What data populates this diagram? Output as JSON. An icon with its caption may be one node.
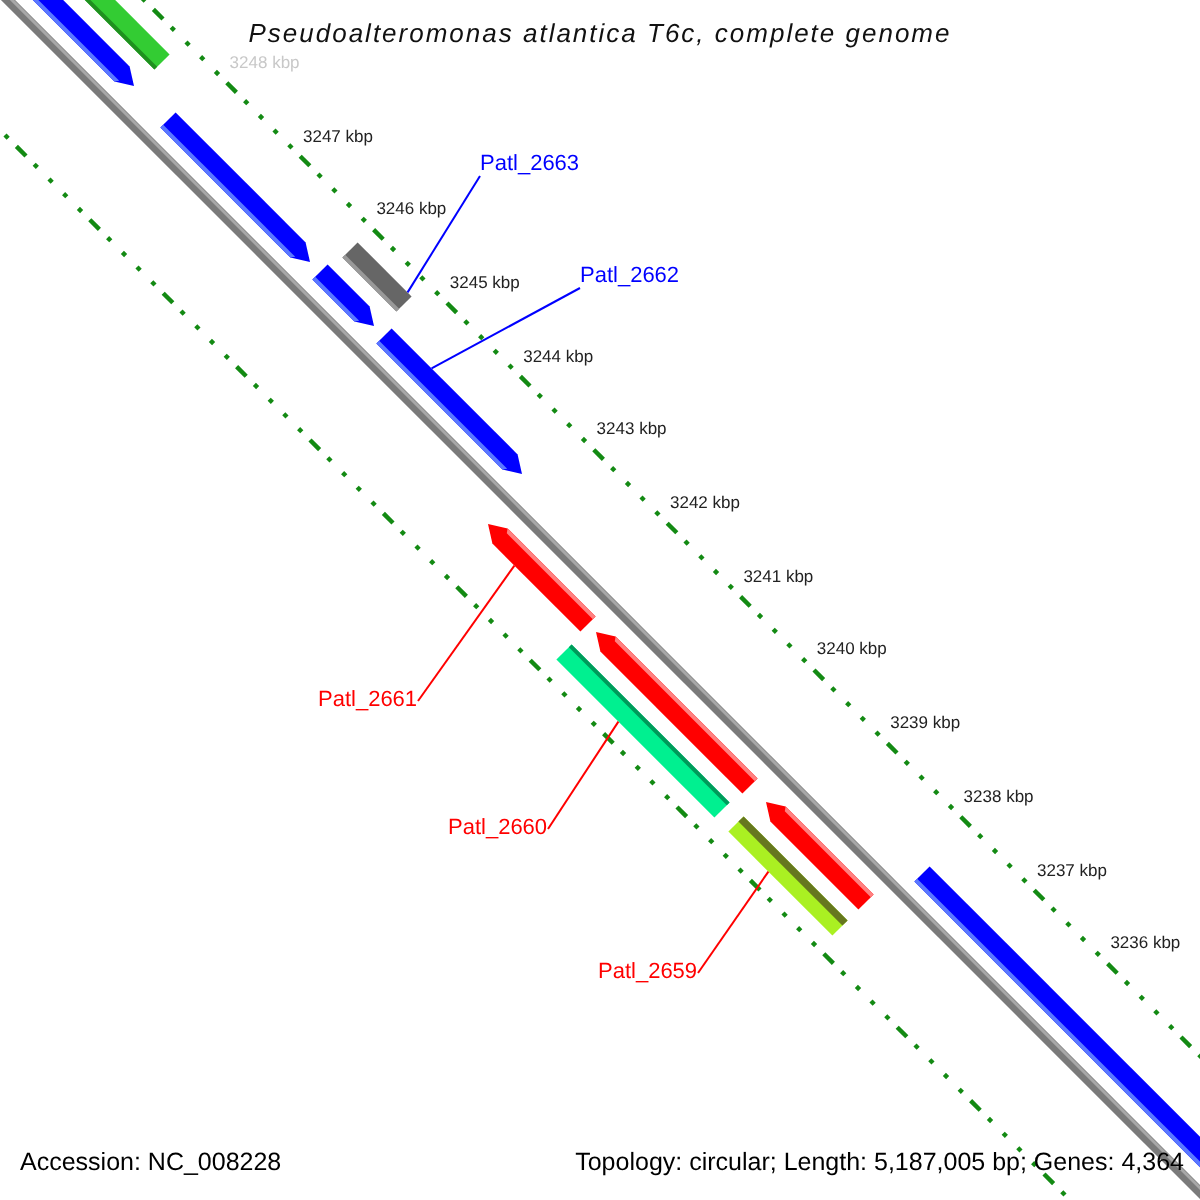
{
  "diagram": {
    "title": "Pseudoalteromonas atlantica T6c, complete genome",
    "nodes": [
      {
        "text": [],
        "shape": "pentagon"
      },
      {
        "text": [],
        "shape": "bar"
      },
      {
        "text": [],
        "shape": "pentagon"
      },
      {
        "text": [
          "Patl_2663"
        ]
      },
      {
        "text": [],
        "shape": "bar"
      },
      {
        "text": [],
        "shape": "pentagon"
      },
      {
        "text": [
          "Patl_2662"
        ]
      },
      {
        "text": [],
        "shape": "pentagon"
      },
      {
        "text": [],
        "shape": "pentagon"
      },
      {
        "text": [],
        "shape": "pentagon"
      },
      {
        "text": [],
        "shape": "bar"
      },
      {
        "text": [
          "Patl_2661"
        ]
      },
      {
        "text": [],
        "shape": "pentagon"
      },
      {
        "text": [],
        "shape": "bar"
      },
      {
        "text": [
          "Patl_2660"
        ]
      },
      {
        "text": [],
        "shape": "bar"
      },
      {
        "text": [
          "Patl_2659"
        ]
      }
    ],
    "edges": [
      {
        "from": 3,
        "to": 4,
        "arrow": "none",
        "color": "#0000ff"
      },
      {
        "from": 6,
        "to": 7,
        "arrow": "none",
        "color": "#0000ff"
      },
      {
        "from": 11,
        "to": 8,
        "arrow": "none"
      },
      {
        "from": 14,
        "to": 10,
        "arrow": "none"
      },
      {
        "from": 16,
        "to": 13,
        "arrow": "none"
      }
    ],
    "labels": [
      "3248 kbp",
      "3247 kbp",
      "3246 kbp",
      "3245 kbp",
      "3244 kbp",
      "3243 kbp",
      "3242 kbp",
      "3241 kbp",
      "3240 kbp",
      "3239 kbp",
      "3238 kbp",
      "3237 kbp",
      "3236 kbp",
      "Accession: NC_008228",
      "Topology: circular; Length: 5,187,005 bp; Genes: 4,364"
    ]
  }
}
